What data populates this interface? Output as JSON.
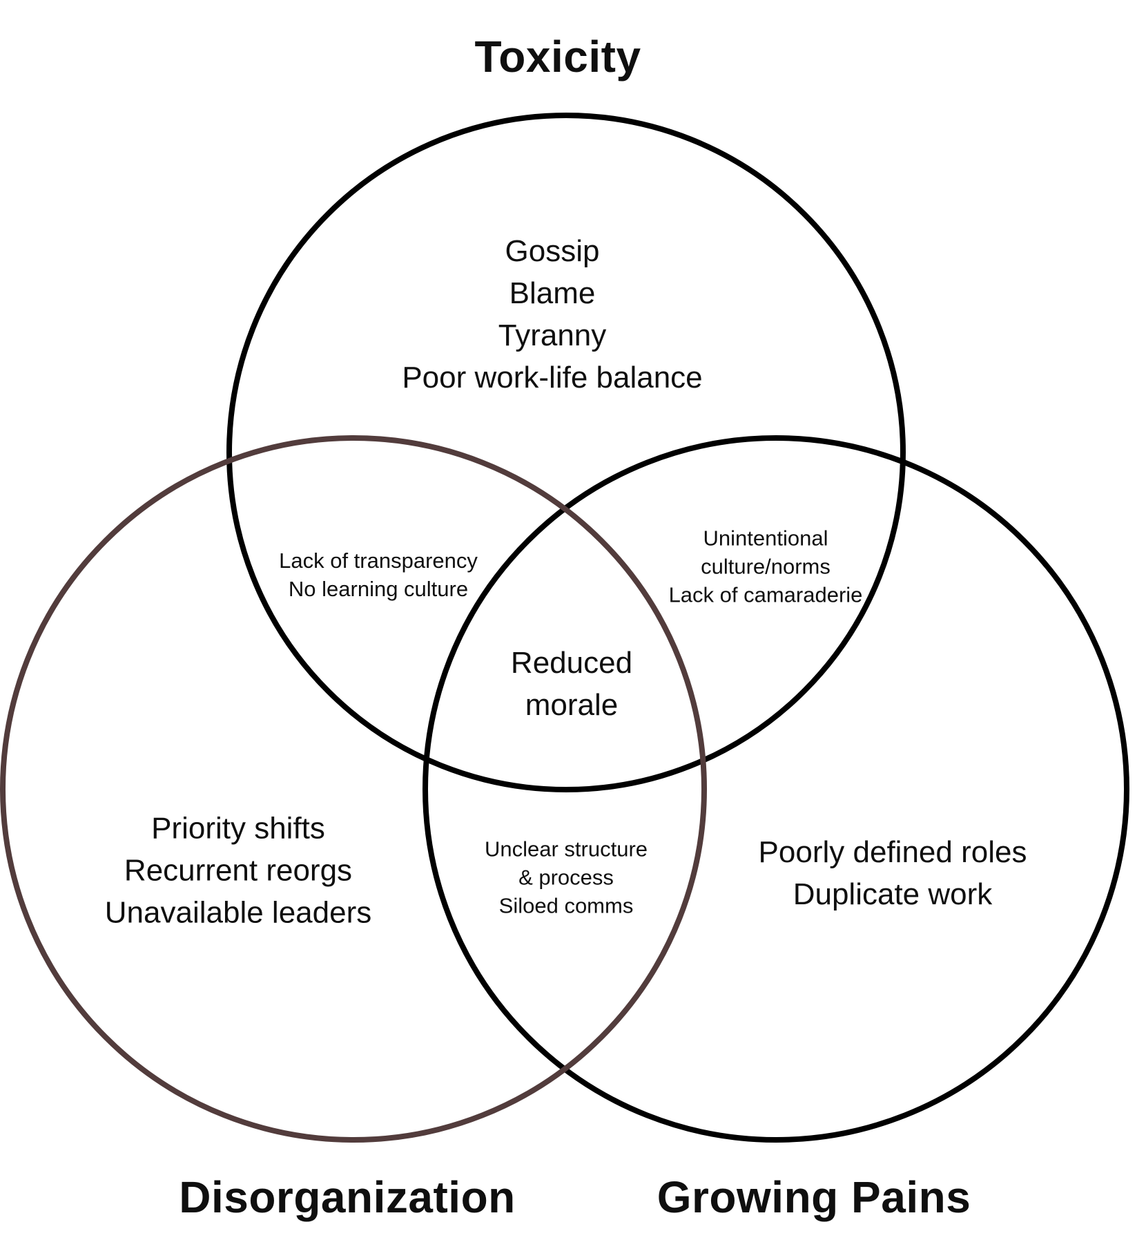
{
  "diagram": {
    "titles": {
      "top": "Toxicity",
      "bottom_left": "Disorganization",
      "bottom_right": "Growing Pains"
    },
    "colors": {
      "toxicity_circle": "#000000",
      "disorganization_circle": "#523c3c",
      "growing_pains_circle": "#000000",
      "text": "#0f0f0f",
      "background": "#ffffff"
    },
    "regions": {
      "toxicity_only": {
        "lines": [
          "Gossip",
          "Blame",
          "Tyranny",
          "Poor work-life balance"
        ]
      },
      "toxicity_disorganization": {
        "lines": [
          "Lack of transparency",
          "No learning culture"
        ]
      },
      "toxicity_growing_pains": {
        "lines": [
          "Unintentional",
          "culture/norms",
          "Lack of camaraderie"
        ]
      },
      "center_all": {
        "lines": [
          "Reduced",
          "morale"
        ]
      },
      "disorganization_only": {
        "lines": [
          "Priority shifts",
          "Recurrent reorgs",
          "Unavailable leaders"
        ]
      },
      "disorganization_growing_pains": {
        "lines": [
          "Unclear structure",
          "& process",
          "Siloed comms"
        ]
      },
      "growing_pains_only": {
        "lines": [
          "Poorly defined roles",
          "Duplicate work"
        ]
      }
    }
  }
}
